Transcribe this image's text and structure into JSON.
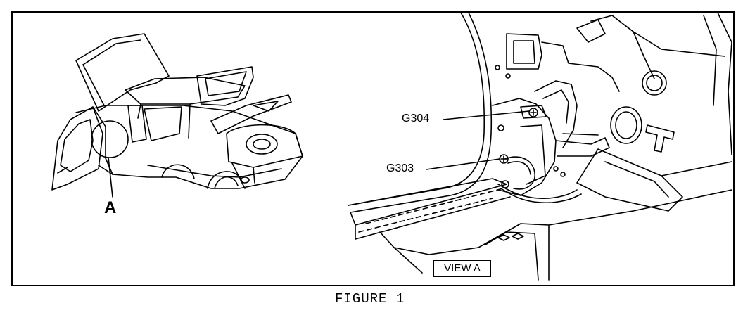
{
  "figure": {
    "callout_a": "A",
    "ground_labels": [
      "G304",
      "G303"
    ],
    "view_label": "VIEW A",
    "caption": "FIGURE 1"
  }
}
